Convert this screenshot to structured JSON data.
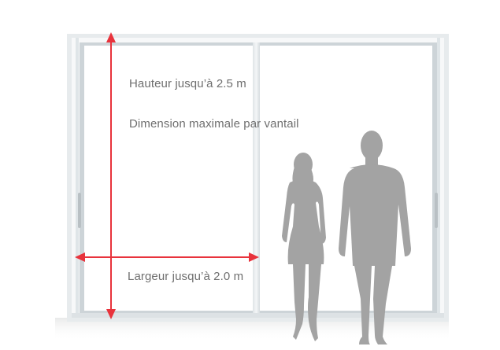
{
  "labels": {
    "height": "Hauteur jusqu’à 2.5 m",
    "max_dimension": "Dimension maximale par vantail",
    "width": "Largeur jusqu’à 2.0 m"
  },
  "colors": {
    "arrow": "#e8333c",
    "frame": "#cfd6da",
    "silhouette": "#a3a3a3",
    "text": "#6f6f6f"
  },
  "figures": [
    "woman-silhouette",
    "man-silhouette"
  ]
}
